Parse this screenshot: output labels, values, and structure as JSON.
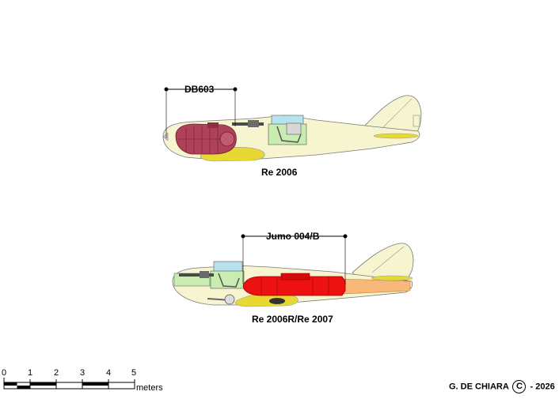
{
  "aircraft": [
    {
      "caption": "Re 2006",
      "engine_label": "DB603"
    },
    {
      "caption": "Re 2006R/Re 2007",
      "engine_label": "Jumo 004/B"
    }
  ],
  "scale": {
    "ticks": [
      "0",
      "1",
      "2",
      "3",
      "4",
      "5"
    ],
    "unit": "meters"
  },
  "credit": {
    "author": "G. DE CHIARA",
    "symbol": "C",
    "year": "- 2026"
  },
  "colors": {
    "fuselage": "#f7f5cf",
    "wing": "#e8d832",
    "cockpit_glass": "#b7e3ee",
    "structure_green": "#c9ecb0",
    "piston_engine": "#b0415a",
    "jet_engine": "#ee1111",
    "exhaust": "#f7b87a"
  }
}
